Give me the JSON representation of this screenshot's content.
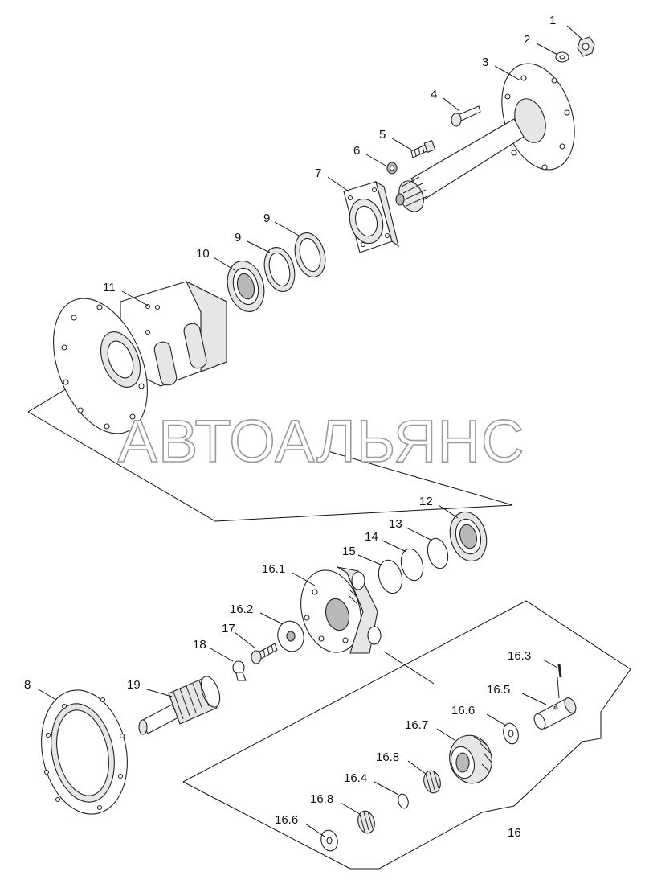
{
  "watermark": "АВТОАЛЬЯНС",
  "callouts": {
    "c1": "1",
    "c2": "2",
    "c3": "3",
    "c4": "4",
    "c5": "5",
    "c6": "6",
    "c7": "7",
    "c9a": "9",
    "c9b": "9",
    "c10": "10",
    "c11": "11",
    "c12": "12",
    "c13": "13",
    "c14": "14",
    "c15": "15",
    "c16_1": "16.1",
    "c16_2": "16.2",
    "c17": "17",
    "c18": "18",
    "c8": "8",
    "c19": "19",
    "c16_3": "16.3",
    "c16_5": "16.5",
    "c16_6a": "16.6",
    "c16_7": "16.7",
    "c16_8a": "16.8",
    "c16_4": "16.4",
    "c16_8b": "16.8",
    "c16_6b": "16.6",
    "c16": "16"
  },
  "colors": {
    "line": "#111111",
    "watermark_outline": "#9a9a9a",
    "background": "#ffffff"
  }
}
